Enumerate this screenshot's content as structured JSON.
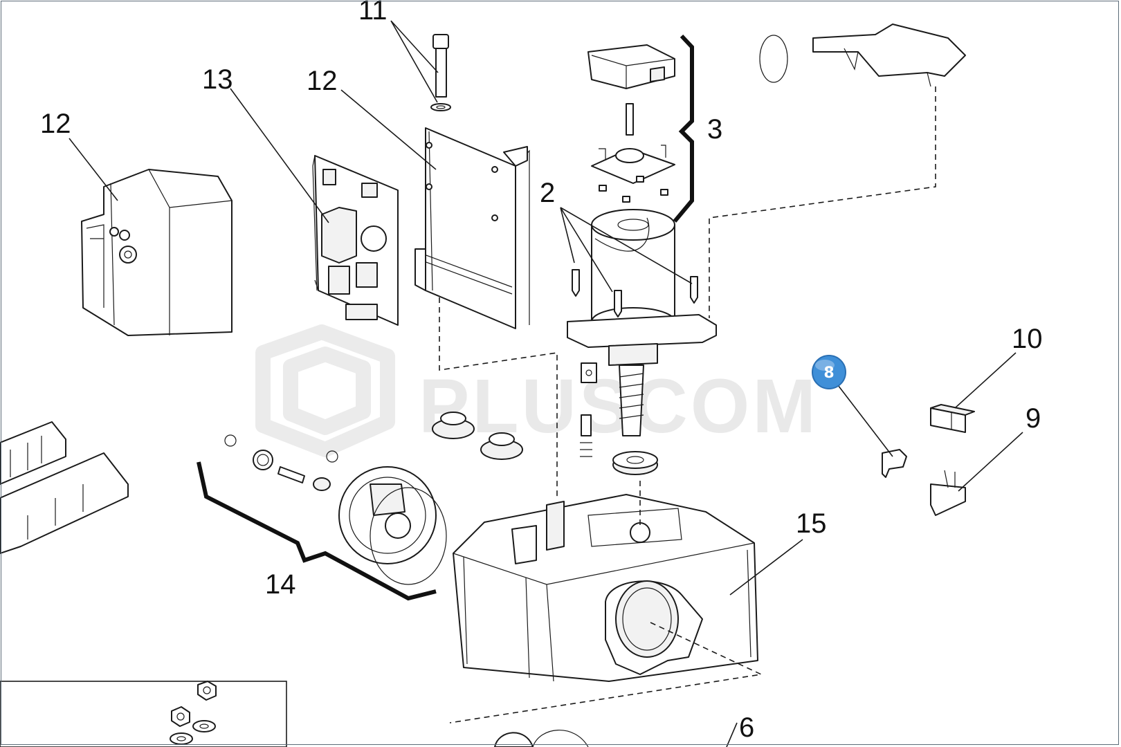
{
  "watermark": {
    "text": "PLUSCOM"
  },
  "callouts": {
    "c11": "11",
    "c13": "13",
    "c12a": "12",
    "c12b": "12",
    "c3": "3",
    "c2": "2",
    "c10": "10",
    "c9": "9",
    "c15": "15",
    "c14": "14",
    "c6": "6"
  },
  "badge": {
    "number": "8",
    "color": "#3f8fd8"
  }
}
